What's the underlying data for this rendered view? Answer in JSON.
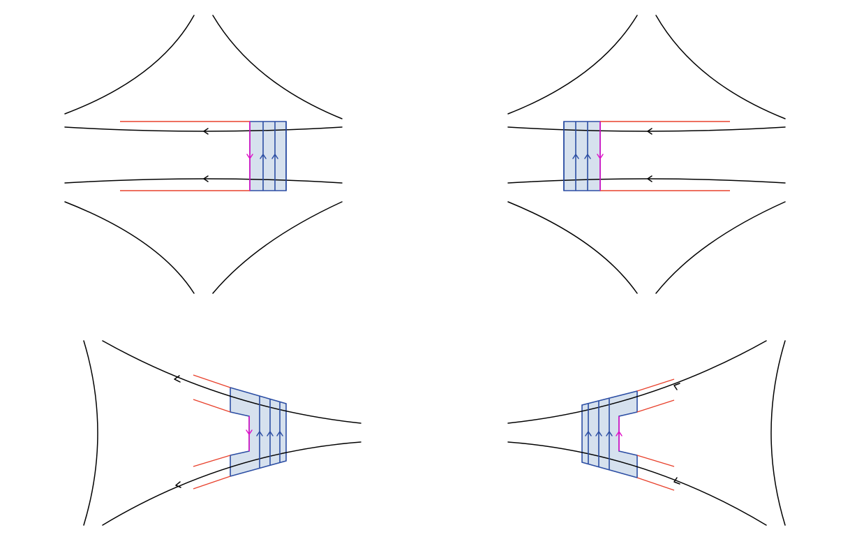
{
  "colors": {
    "boundary": "#000000",
    "orbit": "#000000",
    "guide": "#e8412c",
    "band_fill": "#d6e1ee",
    "band_stroke": "#2b4da3",
    "special_line": "#e010c8"
  },
  "panels": [
    {
      "id": "top-left",
      "variant": "straight",
      "band_side": "right",
      "special_direction": "down",
      "orbit_direction": "left"
    },
    {
      "id": "top-right",
      "variant": "straight",
      "band_side": "left",
      "special_direction": "down",
      "orbit_direction": "left"
    },
    {
      "id": "bottom-left",
      "variant": "cusp",
      "band_side": "right",
      "special_direction": "down",
      "orbit_direction": "left"
    },
    {
      "id": "bottom-right",
      "variant": "cusp",
      "band_side": "left",
      "special_direction": "up",
      "orbit_direction": "left"
    }
  ]
}
